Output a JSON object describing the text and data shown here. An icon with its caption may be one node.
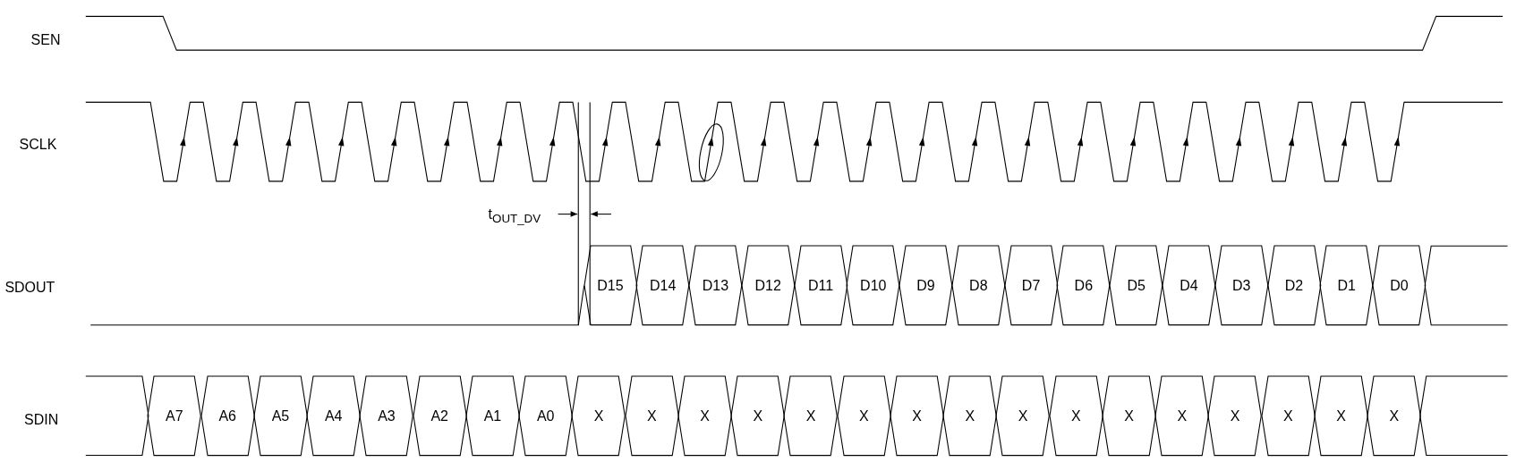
{
  "diagram": {
    "nodes": [
      {
        "text": [
          "D15"
        ]
      },
      {
        "text": [
          "D14"
        ]
      },
      {
        "text": [
          "D13"
        ]
      },
      {
        "text": [
          "D12"
        ]
      },
      {
        "text": [
          "D11"
        ]
      },
      {
        "text": [
          "D10"
        ]
      },
      {
        "text": [
          "D9"
        ]
      },
      {
        "text": [
          "D8"
        ]
      },
      {
        "text": [
          "D7"
        ]
      },
      {
        "text": [
          "D6"
        ]
      },
      {
        "text": [
          "D5"
        ]
      },
      {
        "text": [
          "D4"
        ]
      },
      {
        "text": [
          "D3"
        ]
      },
      {
        "text": [
          "D2"
        ]
      },
      {
        "text": [
          "D1"
        ]
      },
      {
        "text": [
          "D0"
        ]
      },
      {
        "text": [
          "A7"
        ]
      },
      {
        "text": [
          "A6"
        ]
      },
      {
        "text": [
          "A5"
        ]
      },
      {
        "text": [
          "A4"
        ]
      },
      {
        "text": [
          "A3"
        ]
      },
      {
        "text": [
          "A2"
        ]
      },
      {
        "text": [
          "A1"
        ]
      },
      {
        "text": [
          "A0"
        ]
      },
      {
        "text": [
          "X"
        ]
      },
      {
        "text": [
          "X"
        ]
      },
      {
        "text": [
          "X"
        ]
      },
      {
        "text": [
          "X"
        ]
      },
      {
        "text": [
          "X"
        ]
      },
      {
        "text": [
          "X"
        ]
      },
      {
        "text": [
          "X"
        ]
      },
      {
        "text": [
          "X"
        ]
      },
      {
        "text": [
          "X"
        ]
      },
      {
        "text": [
          "X"
        ]
      },
      {
        "text": [
          "X"
        ]
      },
      {
        "text": [
          "X"
        ]
      },
      {
        "text": [
          "X"
        ]
      },
      {
        "text": [
          "X"
        ]
      },
      {
        "text": [
          "X"
        ]
      },
      {
        "text": [
          "X"
        ]
      }
    ],
    "labels": [
      "SEN",
      "SCLK",
      "t$_{OUT_DV}$",
      "SDOUT",
      "SDIN"
    ]
  }
}
